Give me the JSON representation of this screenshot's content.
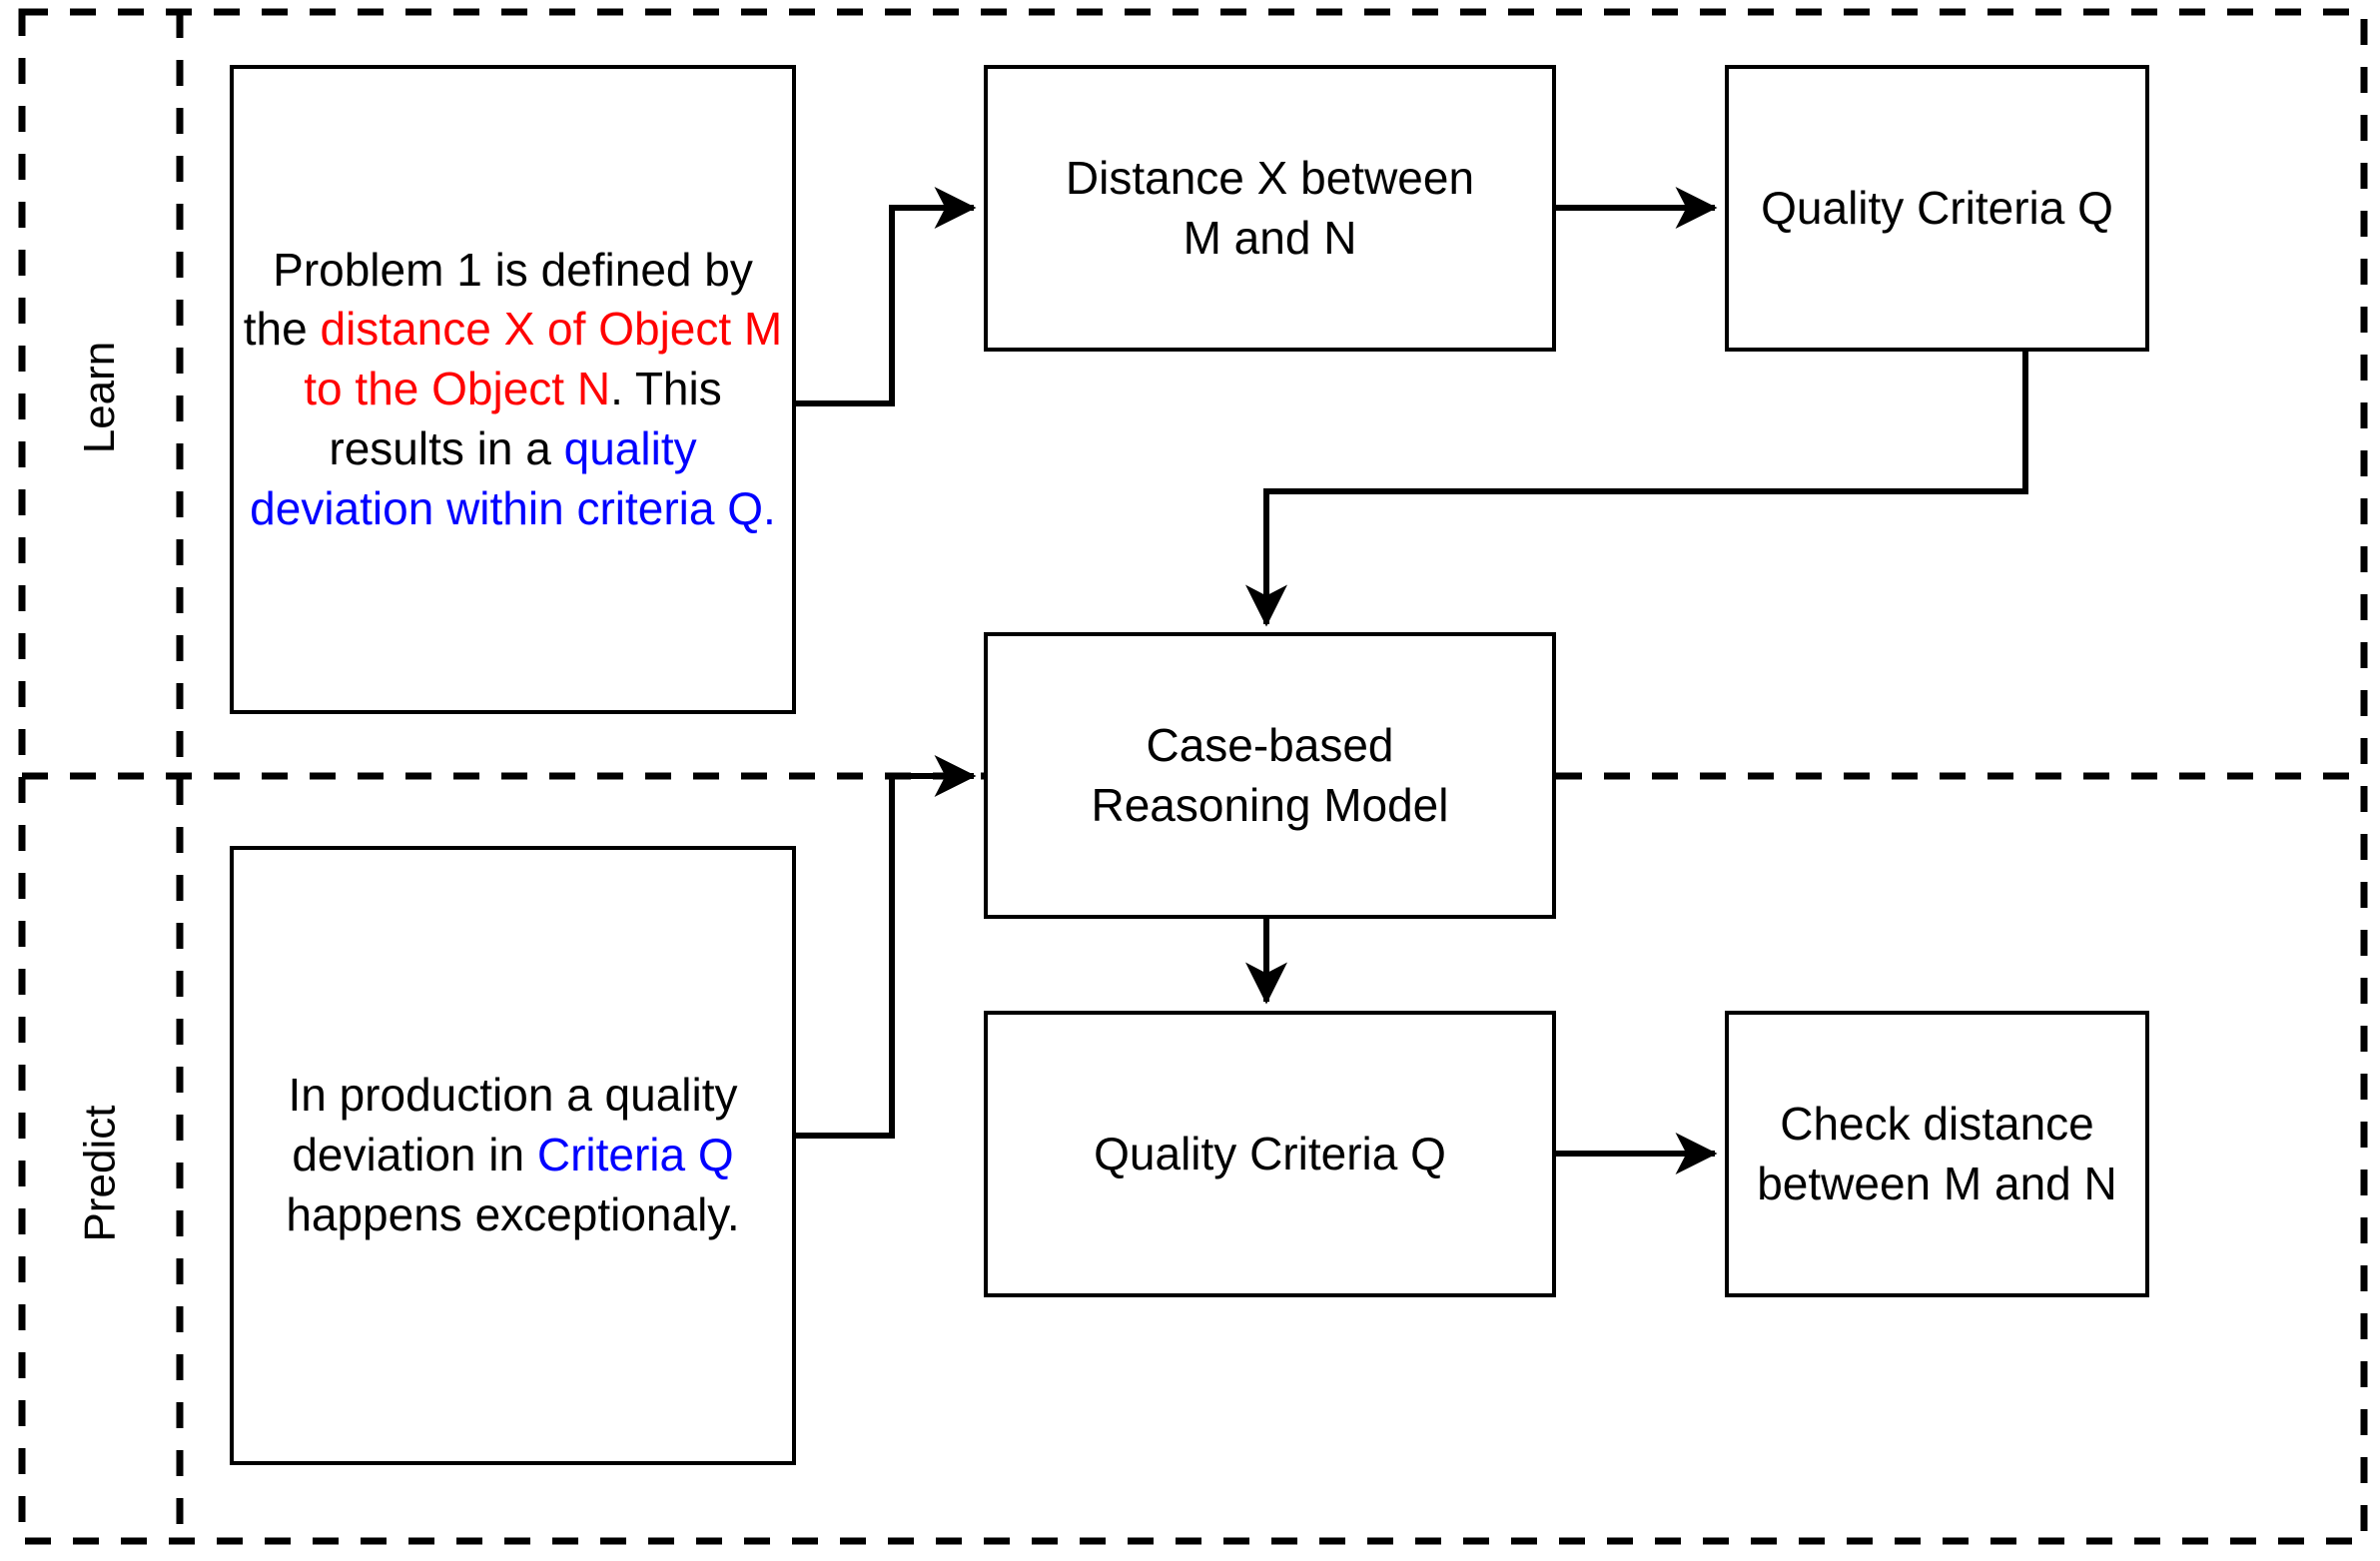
{
  "diagram": {
    "title": "Case-based Reasoning Learn / Predict flow",
    "colors": {
      "stroke": "#000000",
      "background": "#ffffff",
      "accent_red": "#ff0000",
      "accent_blue": "#0000ff"
    },
    "swimlanes": [
      {
        "id": "learn",
        "label": "Learn"
      },
      {
        "id": "predict",
        "label": "Predict"
      }
    ],
    "nodes": {
      "problem_statement": {
        "text_full": "Problem 1 is defined by the distance X of Object M to the Object N. This results in a quality deviation within criteria Q.",
        "segments": [
          {
            "text": "Problem 1 is defined by the ",
            "color": "black"
          },
          {
            "text": "distance X of Object M to the Object N",
            "color": "red"
          },
          {
            "text": ". This results in a ",
            "color": "black"
          },
          {
            "text": "quality deviation within criteria Q.",
            "color": "blue"
          }
        ]
      },
      "distance_x": {
        "line1": "Distance X between",
        "line2": "M and N"
      },
      "quality_criteria_top": {
        "line1": "Quality Criteria Q"
      },
      "cbr_model": {
        "line1": "Case-based",
        "line2": "Reasoning Model"
      },
      "prediction_statement": {
        "text_full": "In production a quality deviation in Criteria Q happens exceptionaly.",
        "segments": [
          {
            "text": "In production a quality deviation in ",
            "color": "black"
          },
          {
            "text": "Criteria Q",
            "color": "blue"
          },
          {
            "text": " happens exceptionaly.",
            "color": "black"
          }
        ]
      },
      "quality_criteria_bottom": {
        "line1": "Quality Criteria Q"
      },
      "check_distance": {
        "line1": "Check distance",
        "line2": "between M and N"
      }
    },
    "edges": [
      {
        "id": "problem-to-distance",
        "from": "problem_statement",
        "to": "distance_x",
        "style": "solid-elbow"
      },
      {
        "id": "distance-to-quality",
        "from": "distance_x",
        "to": "quality_criteria_top",
        "style": "solid-straight"
      },
      {
        "id": "quality-to-cbr",
        "from": "quality_criteria_top",
        "to": "cbr_model",
        "style": "solid-elbow"
      },
      {
        "id": "prediction-to-cbr",
        "from": "prediction_statement",
        "to": "cbr_model",
        "style": "solid-elbow"
      },
      {
        "id": "cbr-to-quality-bottom",
        "from": "cbr_model",
        "to": "quality_criteria_bottom",
        "style": "solid-straight"
      },
      {
        "id": "quality-bottom-to-check",
        "from": "quality_criteria_bottom",
        "to": "check_distance",
        "style": "solid-straight"
      }
    ]
  }
}
